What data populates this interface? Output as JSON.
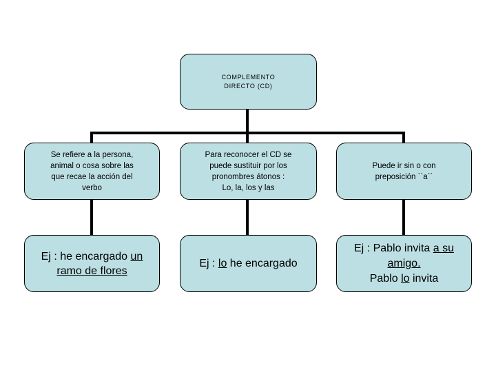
{
  "diagram": {
    "type": "tree-chart",
    "title": "COMPLEMENTO DIRECTO (CD)",
    "colors": {
      "node_fill": "#bcdfe3",
      "node_border": "#000000",
      "connector": "#000000",
      "background": "#ffffff",
      "text": "#000000"
    },
    "root": {
      "label": "COMPLEMENTO\nDIRECTO (CD)"
    },
    "branches": [
      {
        "definition": "Se refiere a la persona,\nanimal o cosa sobre las\nque recae la acción del\nverbo",
        "example": {
          "prefix": "Ej : he encargado ",
          "highlight": "un\nramo de flores",
          "suffix": ""
        }
      },
      {
        "definition": "Para reconocer el CD se\npuede sustituir por los\npronombres átonos :\nLo, la, los y las",
        "example": {
          "prefix": "Ej : ",
          "highlight": "lo",
          "suffix": " he encargado"
        }
      },
      {
        "definition": "Puede ir sin o con\npreposición ``a´´",
        "example": {
          "line1_prefix": "Ej : Pablo invita ",
          "line1_highlight": "a su\n amigo.",
          "line2_prefix": "Pablo ",
          "line2_highlight": "lo",
          "line2_suffix": " invita"
        }
      }
    ]
  }
}
